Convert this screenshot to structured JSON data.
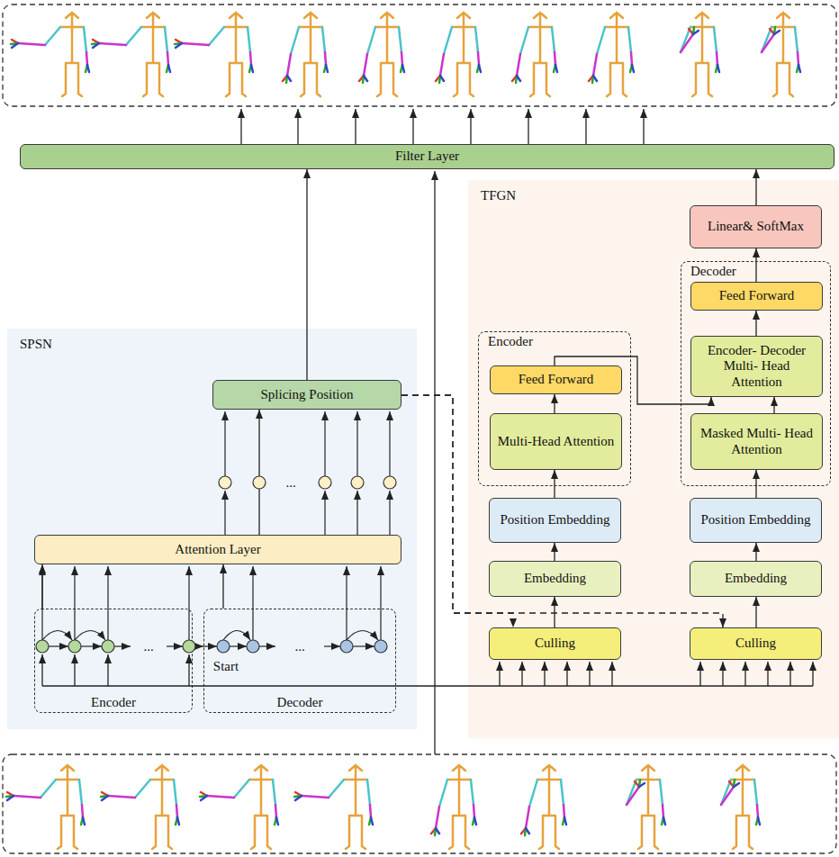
{
  "diagram": {
    "nodes": [
      {
        "text": [
          "Filter Layer"
        ]
      },
      {
        "text": [
          "TFGN"
        ]
      },
      {
        "text": [
          "Linear& SoftMax"
        ],
        "in": 1
      },
      {
        "text": [
          "Decoder"
        ],
        "in": 1
      },
      {
        "text": [
          "Feed Forward"
        ],
        "in": 3
      },
      {
        "text": [
          "Encoder- Decoder Multi- Head Attention"
        ],
        "in": 3
      },
      {
        "text": [
          "Masked Multi- Head Attention"
        ],
        "in": 3
      },
      {
        "text": [
          "Encoder"
        ],
        "in": 1
      },
      {
        "text": [
          "Feed Forward"
        ],
        "in": 7
      },
      {
        "text": [
          "Multi-Head Attention"
        ],
        "in": 7
      },
      {
        "text": [
          "Position Embedding"
        ],
        "in": 1
      },
      {
        "text": [
          "Embedding"
        ],
        "in": 1
      },
      {
        "text": [
          "Culling"
        ],
        "in": 1
      },
      {
        "text": [
          "Position Embedding"
        ],
        "in": 1
      },
      {
        "text": [
          "Embedding"
        ],
        "in": 1
      },
      {
        "text": [
          "Culling"
        ],
        "in": 1
      },
      {
        "text": [
          "SPSN"
        ]
      },
      {
        "text": [
          "Splicing Position"
        ],
        "in": 16
      },
      {
        "text": [
          "Attention Layer"
        ],
        "in": 16
      },
      {
        "text": [
          "Encoder"
        ],
        "in": 16
      },
      {
        "text": [
          "Decoder"
        ],
        "in": 16
      }
    ],
    "edges": [
      {
        "from": 17,
        "to": 0,
        "arrow": "to"
      },
      {
        "from": 2,
        "to": 0,
        "arrow": "to"
      },
      {
        "from": 4,
        "to": 2,
        "arrow": "to"
      },
      {
        "from": 5,
        "to": 4,
        "arrow": "to"
      },
      {
        "from": 6,
        "to": 5,
        "arrow": "to"
      },
      {
        "from": 8,
        "to": 5,
        "arrow": "to"
      },
      {
        "from": 9,
        "to": 8,
        "arrow": "to"
      },
      {
        "from": 10,
        "to": 9,
        "arrow": "to"
      },
      {
        "from": 11,
        "to": 10,
        "arrow": "to"
      },
      {
        "from": 12,
        "to": 11,
        "arrow": "to"
      },
      {
        "from": 13,
        "to": 6,
        "arrow": "to"
      },
      {
        "from": 14,
        "to": 13,
        "arrow": "to"
      },
      {
        "from": 15,
        "to": 14,
        "arrow": "to"
      },
      {
        "from": 17,
        "to": 12,
        "arrow": "to"
      },
      {
        "from": 17,
        "to": 15,
        "arrow": "to"
      },
      {
        "from": 18,
        "to": 17,
        "arrow": "to"
      },
      {
        "from": 19,
        "to": 18,
        "arrow": "to"
      },
      {
        "from": 20,
        "to": 18,
        "arrow": "to"
      },
      {
        "from": 19,
        "to": 20,
        "arrow": "to"
      }
    ],
    "labels": [
      "...",
      "...",
      "...",
      "Start"
    ]
  }
}
